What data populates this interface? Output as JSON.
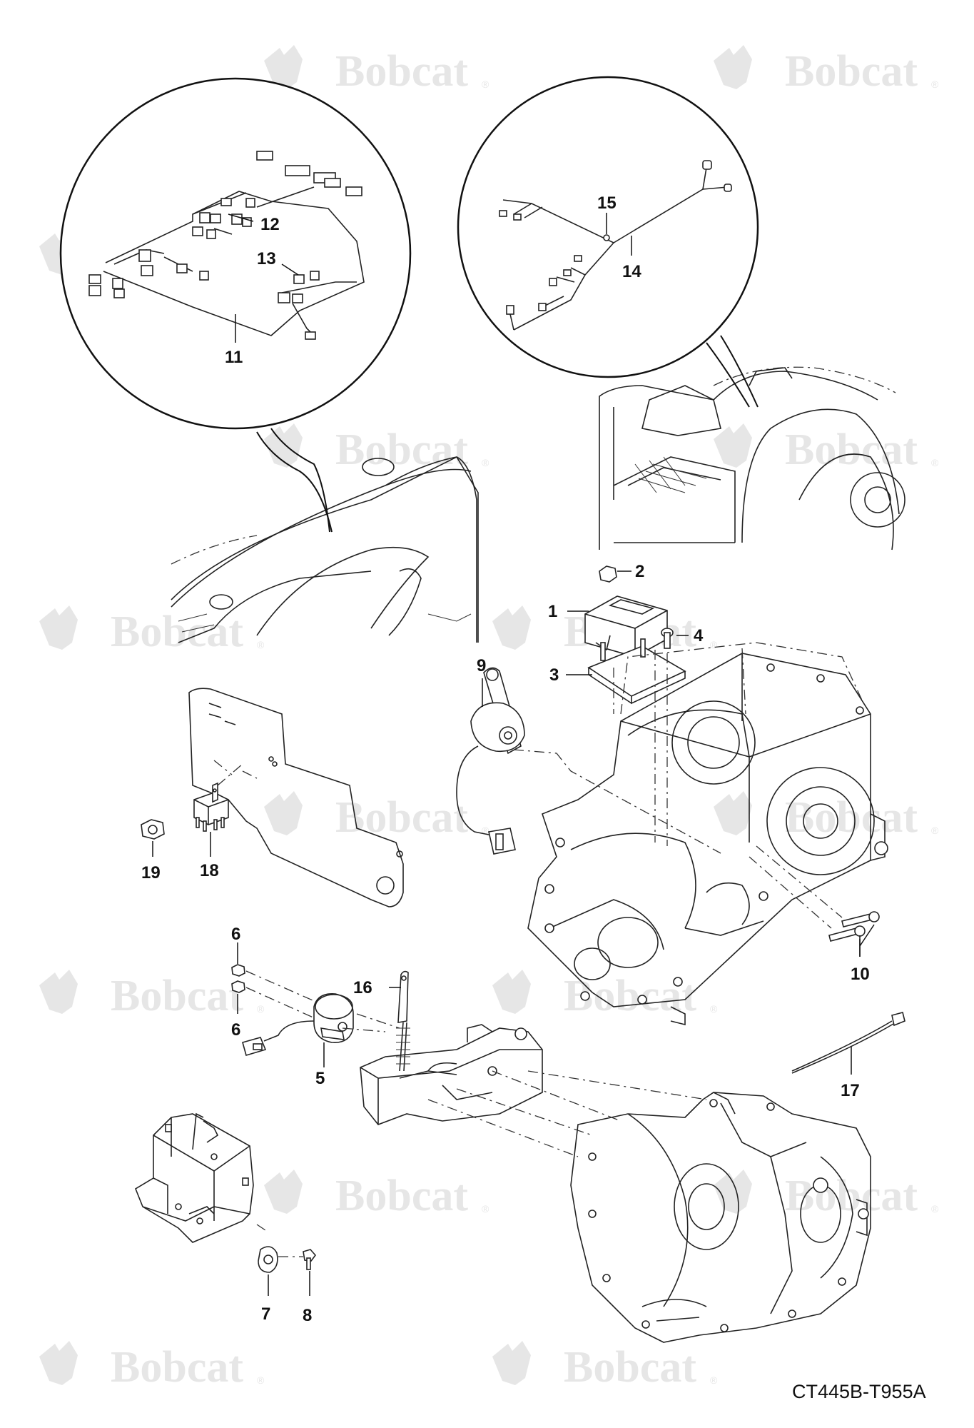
{
  "watermark": {
    "brand": "Bobcat",
    "reg_mark": "®",
    "color": "#e6e6e6"
  },
  "document_code": "CT445B-T955A",
  "callouts": {
    "c1": "1",
    "c2": "2",
    "c3": "3",
    "c4": "4",
    "c5": "5",
    "c6a": "6",
    "c6b": "6",
    "c7": "7",
    "c8": "8",
    "c9": "9",
    "c10": "10",
    "c11": "11",
    "c12": "12",
    "c13": "13",
    "c14": "14",
    "c15": "15",
    "c16": "16",
    "c17": "17",
    "c18": "18",
    "c19": "19"
  }
}
